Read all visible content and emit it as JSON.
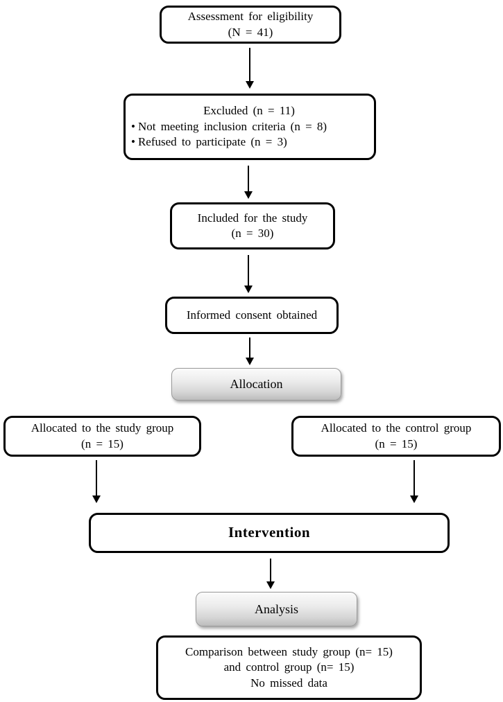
{
  "flowchart": {
    "title": "CONSORT-style participant flow diagram",
    "bullet_char": "•",
    "boxes": {
      "assessment": {
        "line1": "Assessment for eligibility",
        "line2": "(N = 41)"
      },
      "excluded": {
        "title": "Excluded (n = 11)",
        "bullets": [
          "Not meeting inclusion criteria (n = 8)",
          "Refused to participate (n = 3)"
        ]
      },
      "included": {
        "line1": "Included for the study",
        "line2": "(n = 30)"
      },
      "consent": {
        "line1": "Informed consent obtained"
      },
      "allocation": {
        "label": "Allocation"
      },
      "study_group": {
        "line1": "Allocated to the study group",
        "line2": "(n = 15)"
      },
      "control_group": {
        "line1": "Allocated to the control group",
        "line2": "(n = 15)"
      },
      "intervention": {
        "label": "Intervention"
      },
      "analysis": {
        "label": "Analysis"
      },
      "comparison": {
        "line1": "Comparison between study group (n= 15)",
        "line2": "and control group (n= 15)",
        "line3": "No missed data"
      }
    },
    "colors": {
      "box_border": "#000000",
      "box_background": "#ffffff",
      "stage_gradient_top": "#fbfbfb",
      "stage_gradient_bottom": "#bcbcbc",
      "text": "#000000"
    }
  }
}
